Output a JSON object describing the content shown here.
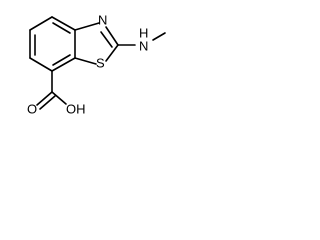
{
  "molecule": {
    "atoms": {
      "nitrogen_ring": "N",
      "sulfur_ring": "S",
      "amine_nh": "H",
      "amine_n": "N",
      "carbonyl_o": "O",
      "hydroxyl": "OH"
    },
    "colors": {
      "bond": "#000000",
      "label": "#000000",
      "background": "#ffffff"
    }
  }
}
